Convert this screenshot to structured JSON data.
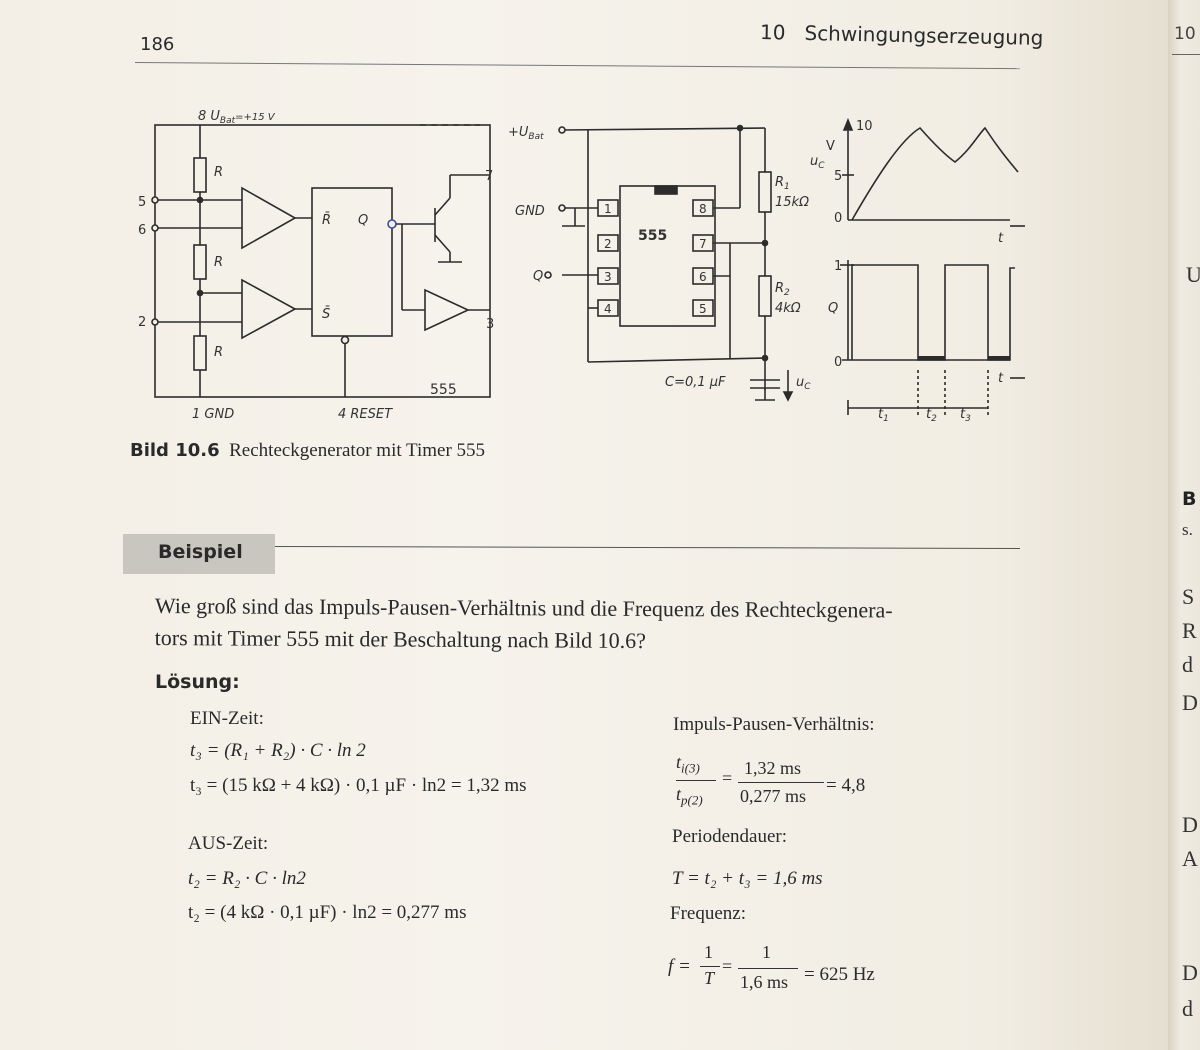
{
  "header": {
    "page_number": "186",
    "chapter": "10",
    "chapter_title": "Schwingungserzeugung",
    "next_page_fragment": "10"
  },
  "figure": {
    "label": "Bild 10.6",
    "caption": "Rechteckgenerator mit Timer 555",
    "left_schematic": {
      "supply_label": "8  U",
      "supply_sub": "Bat",
      "supply_value": "=+15 V",
      "resistor_label": "R",
      "pin5": "5",
      "pin6": "6",
      "pin2": "2",
      "pin7": "7",
      "pin3": "3",
      "flipflop_rbar": "R̄",
      "flipflop_q": "Q",
      "flipflop_sbar": "S̄",
      "ic_label": "555",
      "gnd_label": "1 GND",
      "reset_label": "4 RESET"
    },
    "right_schematic": {
      "supply": "+U",
      "supply_sub": "Bat",
      "gnd": "GND",
      "q": "Q",
      "ic": "555",
      "pins_left": [
        "1",
        "2",
        "3",
        "4"
      ],
      "pins_right": [
        "8",
        "7",
        "6",
        "5"
      ],
      "r1_name": "R",
      "r1_sub": "1",
      "r1_value": "15kΩ",
      "r2_name": "R",
      "r2_sub": "2",
      "r2_value": "4kΩ",
      "capacitor": "C=0,1 µF",
      "uc": "u",
      "uc_sub": "C"
    },
    "waveforms": {
      "uc_max": "10",
      "uc_unit": "V",
      "uc_mid": "5",
      "uc_zero": "0",
      "uc_axis": "u",
      "uc_axis_sub": "C",
      "q_high": "1",
      "q_axis": "Q",
      "q_zero": "0",
      "t_axis": "t",
      "t1": "t",
      "t1_sub": "1",
      "t2": "t",
      "t2_sub": "2",
      "t3": "t",
      "t3_sub": "3"
    }
  },
  "example": {
    "label": "Beispiel",
    "question_line1": "Wie groß sind das Impuls-Pausen-Verhältnis und die Frequenz des Rechteckgenera-",
    "question_line2": "tors mit Timer 555 mit der Beschaltung nach Bild 10.6?",
    "solution_label": "Lösung:",
    "on_time_heading": "EIN-Zeit:",
    "on_formula": "t₃ = (R₁ + R₂) · C · ln 2",
    "on_result": "t₃ = (15 kΩ + 4 kΩ) · 0,1 µF · ln2 = 1,32 ms",
    "off_time_heading": "AUS-Zeit:",
    "off_formula": "t₂ = R₂ · C · ln2",
    "off_result": "t₂ = (4 kΩ · 0,1 µF) · ln2 = 0,277 ms",
    "ratio_heading": "Impuls-Pausen-Verhältnis:",
    "ratio_num_sym": "t",
    "ratio_num_sub": "i(3)",
    "ratio_den_sym": "t",
    "ratio_den_sub": "p(2)",
    "ratio_num_val": "1,32 ms",
    "ratio_den_val": "0,277 ms",
    "ratio_result": "= 4,8",
    "period_heading": "Periodendauer:",
    "period_formula": "T = t₂ + t₃ = 1,6 ms",
    "freq_heading": "Frequenz:",
    "freq_lhs": "f =",
    "freq_one": "1",
    "freq_T": "T",
    "freq_one2": "1",
    "freq_den": "1,6 ms",
    "freq_result": "= 625 Hz"
  },
  "right_page_fragments": {
    "b_bold": "B",
    "s_dot": "s.",
    "letters": [
      "U",
      "S",
      "R",
      "d",
      "D",
      "D",
      "A",
      "D",
      "d"
    ]
  }
}
